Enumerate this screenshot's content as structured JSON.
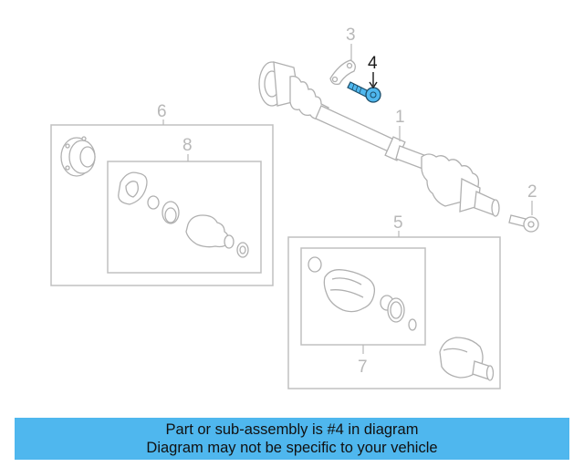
{
  "diagram": {
    "callouts": {
      "c1": "1",
      "c2": "2",
      "c3": "3",
      "c4": "4",
      "c5": "5",
      "c6": "6",
      "c7": "7",
      "c8": "8"
    },
    "highlighted_part": "4",
    "colors": {
      "highlight": "#4fb7ee",
      "parts": "#b0b0b0",
      "active_callout": "#1a1a1a"
    }
  },
  "banner": {
    "line1": "Part or sub-assembly is #4 in diagram",
    "line2": "Diagram may not be specific to your vehicle"
  }
}
